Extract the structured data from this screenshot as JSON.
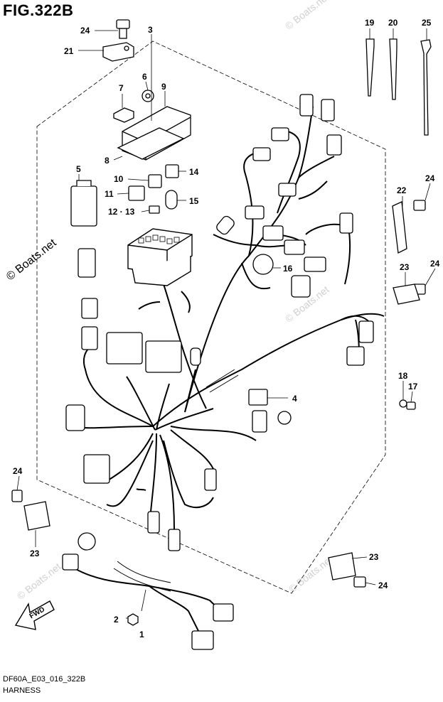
{
  "figure": {
    "title": "FIG.322B",
    "code": "DF60A_E03_016_322B",
    "name": "HARNESS"
  },
  "watermark": {
    "main": "© Boats.net",
    "faint": [
      "© Boats.net",
      "© Boats.net",
      "© Boats.net",
      "© Boats.net"
    ]
  },
  "fwd_label": "FWD",
  "callouts": [
    "1",
    "2",
    "3",
    "4",
    "5",
    "6",
    "7",
    "8",
    "9",
    "10",
    "11",
    "12",
    "13",
    "14",
    "15",
    "16",
    "17",
    "18",
    "19",
    "20",
    "21",
    "22",
    "23",
    "24",
    "25"
  ],
  "callout_texts": {
    "c12_13": "12 · 13"
  }
}
